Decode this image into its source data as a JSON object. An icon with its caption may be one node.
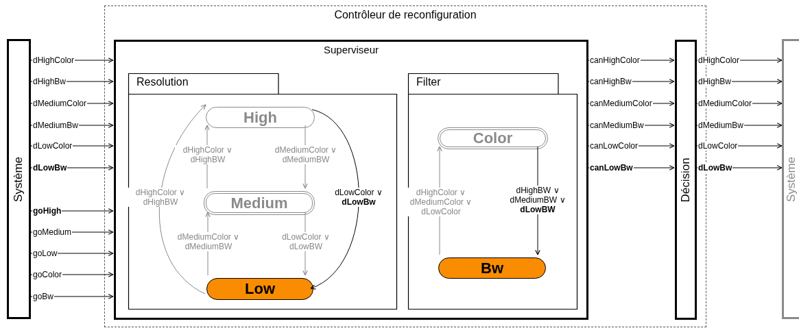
{
  "diagram": {
    "nodes": [
      {
        "text": [
          "Contrôleur de reconfiguration"
        ]
      },
      {
        "text": [
          "Système"
        ]
      },
      {
        "text": [
          "Superviseur"
        ],
        "in": 0
      },
      {
        "text": [
          "Resolution"
        ],
        "in": 2
      },
      {
        "text": [
          "High"
        ],
        "in": 3
      },
      {
        "text": [
          "Medium"
        ],
        "in": 3
      },
      {
        "text": [
          "Low"
        ],
        "in": 3
      },
      {
        "text": [
          "Filter"
        ],
        "in": 2
      },
      {
        "text": [
          "Color"
        ],
        "in": 7
      },
      {
        "text": [
          "Bw"
        ],
        "in": 7
      },
      {
        "text": [
          "Décision"
        ],
        "in": 0
      },
      {
        "text": [
          "Système"
        ]
      }
    ],
    "edges": [
      {
        "from": 1,
        "to": 2,
        "arrow": "to",
        "label": "dHighColor"
      },
      {
        "from": 1,
        "to": 2,
        "arrow": "to",
        "label": "dHighBw"
      },
      {
        "from": 1,
        "to": 2,
        "arrow": "to",
        "label": "dMediumColor"
      },
      {
        "from": 1,
        "to": 2,
        "arrow": "to",
        "label": "dMediumBw"
      },
      {
        "from": 1,
        "to": 2,
        "arrow": "to",
        "label": "dLowColor"
      },
      {
        "from": 1,
        "to": 2,
        "arrow": "to",
        "label": "**dLowBw**"
      },
      {
        "from": 1,
        "to": 2,
        "arrow": "to",
        "label": "**goHigh**"
      },
      {
        "from": 1,
        "to": 2,
        "arrow": "to",
        "label": "goMedium"
      },
      {
        "from": 1,
        "to": 2,
        "arrow": "to",
        "label": "goLow"
      },
      {
        "from": 1,
        "to": 2,
        "arrow": "to",
        "label": "goColor"
      },
      {
        "from": 1,
        "to": 2,
        "arrow": "to",
        "label": "goBw"
      },
      {
        "from": 4,
        "to": 5,
        "arrow": "to",
        "label": "dMediumColor ∨ dMediumBW",
        "color": "#888888"
      },
      {
        "from": 5,
        "to": 4,
        "arrow": "to",
        "label": "dHighColor ∨ dHighBW",
        "color": "#888888"
      },
      {
        "from": 6,
        "to": 5,
        "arrow": "to",
        "label": "dMediumColor ∨ dMediumBW",
        "color": "#888888"
      },
      {
        "from": 5,
        "to": 6,
        "arrow": "to",
        "label": "dLowColor ∨ dLowBW",
        "color": "#888888"
      },
      {
        "from": 6,
        "to": 4,
        "arrow": "to",
        "label": "dHighColor ∨ dHighBW",
        "color": "#888888"
      },
      {
        "from": 4,
        "to": 6,
        "arrow": "to",
        "label": "dLowColor ∨ **dLowBw**"
      },
      {
        "from": 9,
        "to": 8,
        "arrow": "to",
        "label": "dHighColor ∨ dMediumColor ∨ dLowColor",
        "color": "#888888"
      },
      {
        "from": 8,
        "to": 9,
        "arrow": "to",
        "label": "dHighBW ∨ dMediumBW ∨ **dLowBW**"
      },
      {
        "from": 2,
        "to": 10,
        "arrow": "to",
        "label": "canHighColor"
      },
      {
        "from": 2,
        "to": 10,
        "arrow": "to",
        "label": "canHighBw"
      },
      {
        "from": 2,
        "to": 10,
        "arrow": "to",
        "label": "canMediumColor"
      },
      {
        "from": 2,
        "to": 10,
        "arrow": "to",
        "label": "canMediumBw"
      },
      {
        "from": 2,
        "to": 10,
        "arrow": "to",
        "label": "canLowColor"
      },
      {
        "from": 2,
        "to": 10,
        "arrow": "to",
        "label": "**canLowBw**"
      },
      {
        "from": 10,
        "to": 11,
        "arrow": "to",
        "label": "dHighColor"
      },
      {
        "from": 10,
        "to": 11,
        "arrow": "to",
        "label": "dHighBw"
      },
      {
        "from": 10,
        "to": 11,
        "arrow": "to",
        "label": "dMediumColor"
      },
      {
        "from": 10,
        "to": 11,
        "arrow": "to",
        "label": "dMediumBw"
      },
      {
        "from": 10,
        "to": 11,
        "arrow": "to",
        "label": "dLowColor"
      },
      {
        "from": 10,
        "to": 11,
        "arrow": "to",
        "label": "**dLowBw**"
      }
    ]
  }
}
